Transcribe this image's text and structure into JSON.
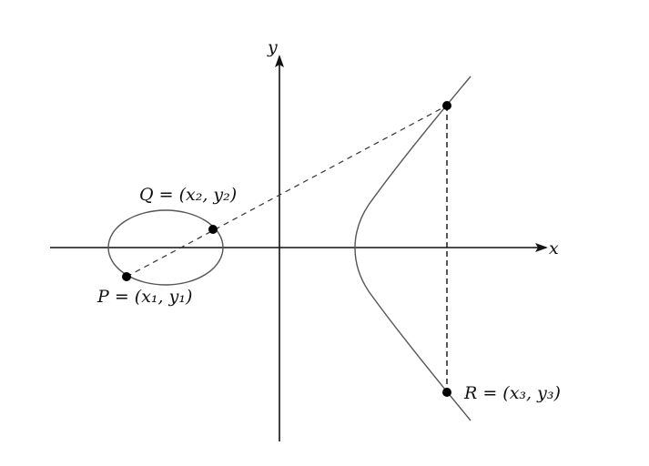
{
  "diagram": {
    "axis_x_label": "x",
    "axis_y_label": "y",
    "point_p_label": "P = (x₁, y₁)",
    "point_q_label": "Q = (x₂, y₂)",
    "point_r_label": "R = (x₃, y₃)",
    "colors": {
      "ink": "#111111",
      "curve": "#555555"
    }
  }
}
